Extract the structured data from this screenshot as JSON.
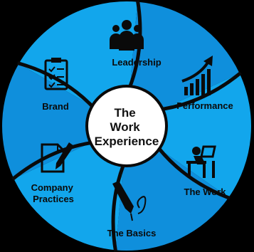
{
  "center": {
    "lines": [
      "The",
      "Work",
      "Experience"
    ]
  },
  "segments": [
    {
      "label_lines": [
        "Leadership"
      ],
      "icon": "people-group-icon",
      "color": "#12a6ec"
    },
    {
      "label_lines": [
        "Performance"
      ],
      "icon": "growth-chart-icon",
      "color": "#0f8fdc"
    },
    {
      "label_lines": [
        "The Work"
      ],
      "icon": "person-at-desk-icon",
      "color": "#12a6ec"
    },
    {
      "label_lines": [
        "The Basics"
      ],
      "icon": "fountain-pen-icon",
      "color": "#0f8fdc"
    },
    {
      "label_lines": [
        "Company",
        "Practices"
      ],
      "icon": "document-pen-icon",
      "color": "#12a6ec"
    },
    {
      "label_lines": [
        "Brand"
      ],
      "icon": "clipboard-checklist-icon",
      "color": "#0f8fdc"
    }
  ],
  "colors": {
    "background": "#000000",
    "divider": "#0a0a0a",
    "center_fill": "#ffffff",
    "text": "#0a0a0a"
  }
}
